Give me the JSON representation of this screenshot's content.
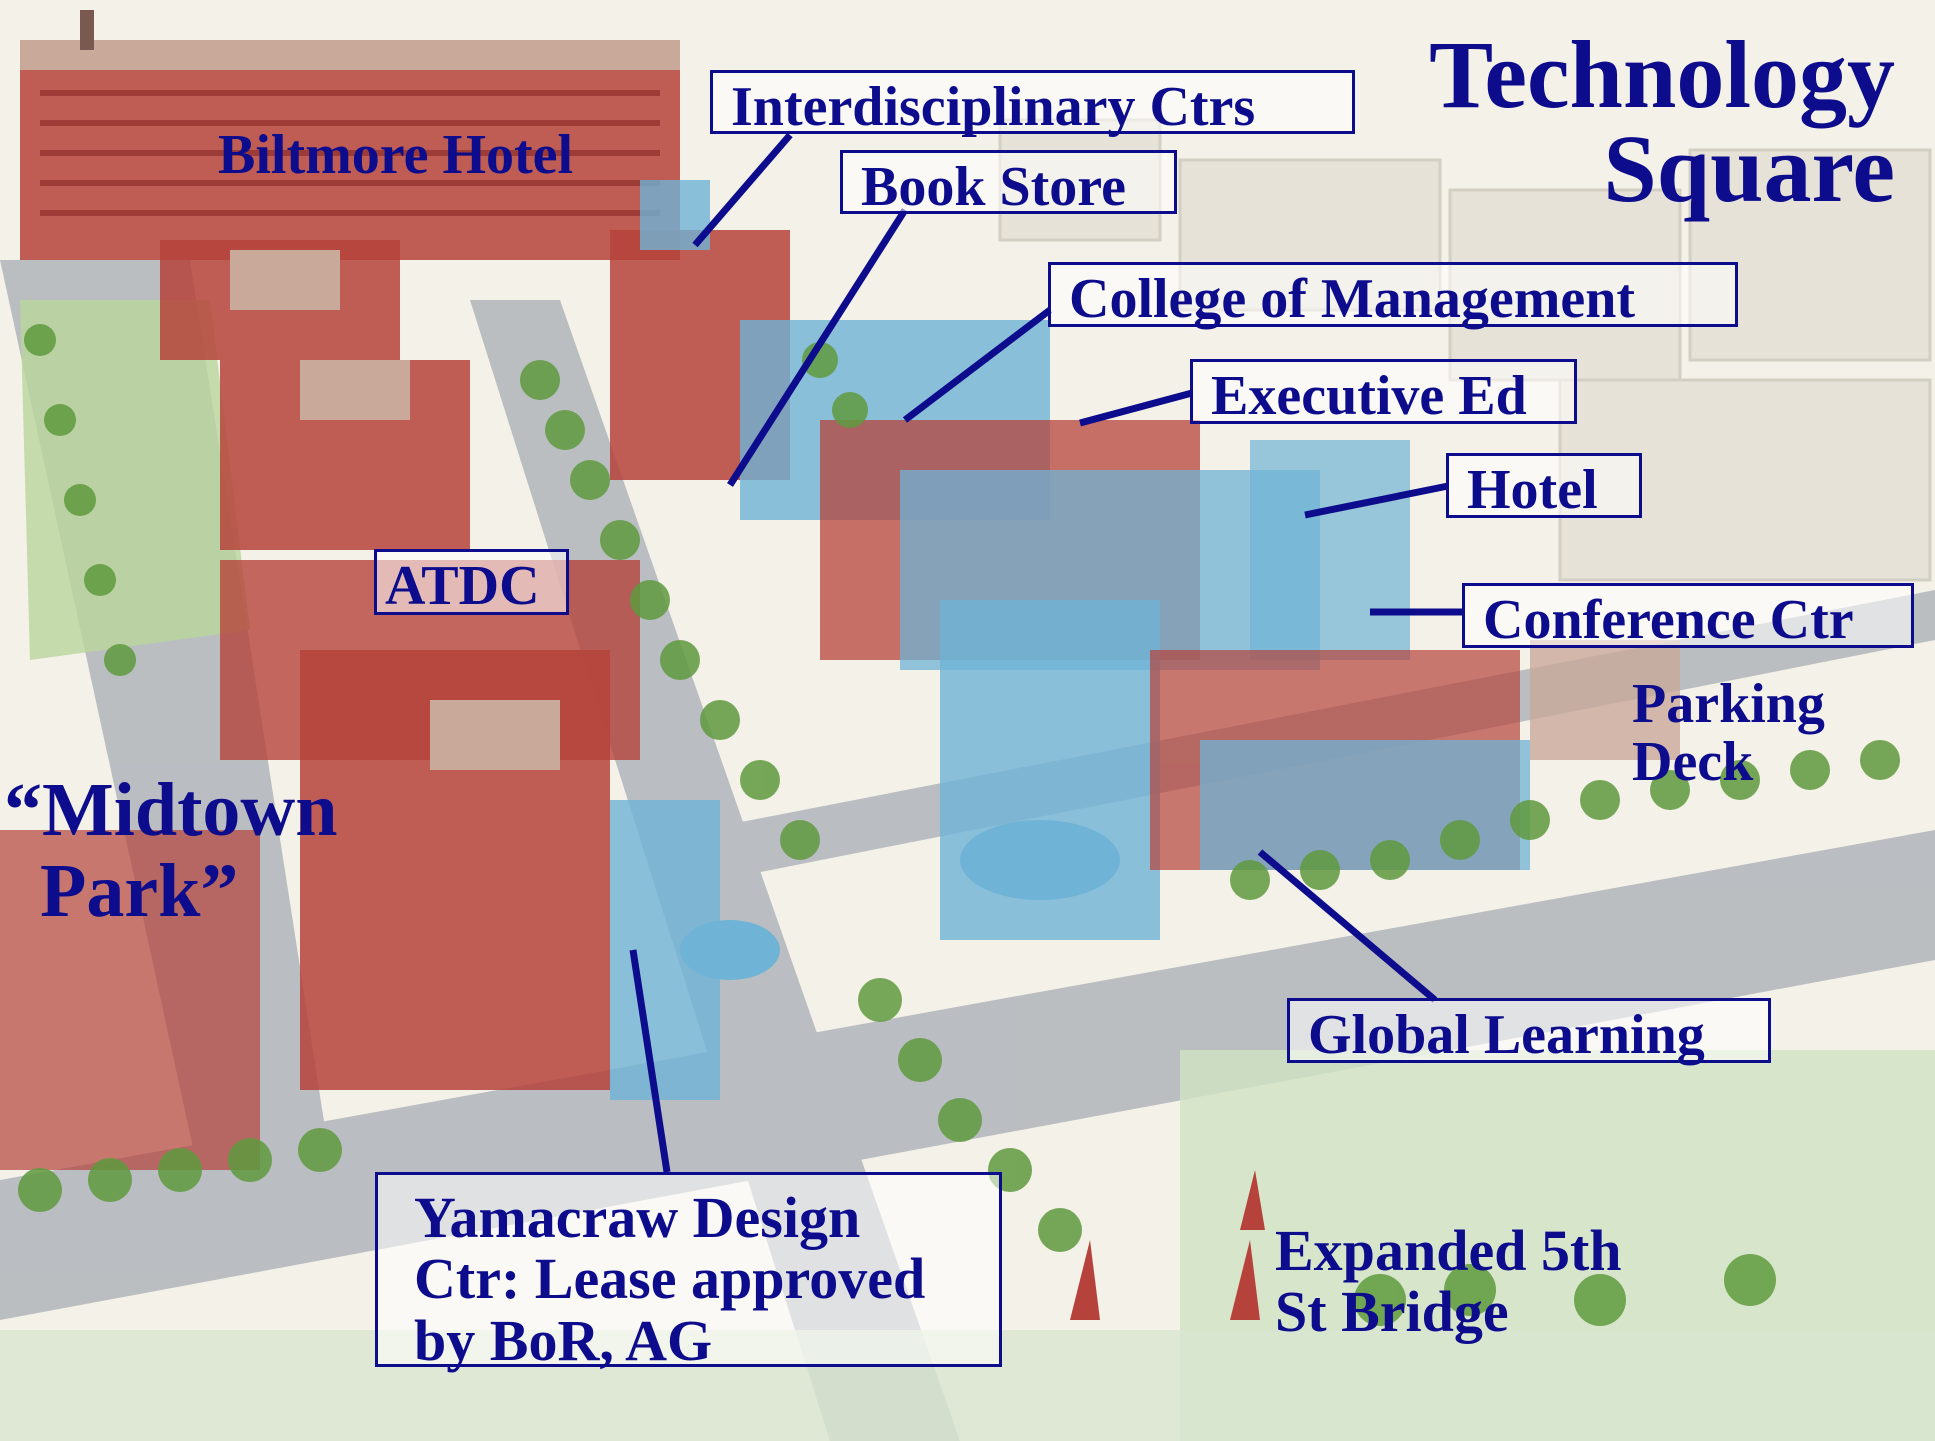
{
  "title": {
    "line1": "Technology",
    "line2": "Square"
  },
  "labels": {
    "biltmore_hotel": "Biltmore Hotel",
    "interdisciplinary_ctrs": "Interdisciplinary Ctrs",
    "book_store": "Book Store",
    "college_of_management": "College of Management",
    "executive_ed": "Executive Ed",
    "hotel": "Hotel",
    "conference_ctr": "Conference Ctr",
    "parking_deck_line1": "Parking",
    "parking_deck_line2": "Deck",
    "atdc": "ATDC",
    "midtown_park_line1": "“Midtown",
    "midtown_park_line2": "Park”",
    "global_learning": "Global Learning",
    "yamacraw_line1": "Yamacraw Design",
    "yamacraw_line2": "Ctr: Lease approved",
    "yamacraw_line3": "by BoR, AG",
    "bridge_line1": "Expanded 5th",
    "bridge_line2": "St Bridge"
  },
  "colors": {
    "label_text": "#0c0c8c",
    "brick": "#b5433b",
    "glass": "#6fb3d6",
    "trees": "#5f9a3e",
    "roof": "#c9a99a",
    "road": "#a7acb4",
    "ground": "#f4f1e8"
  }
}
